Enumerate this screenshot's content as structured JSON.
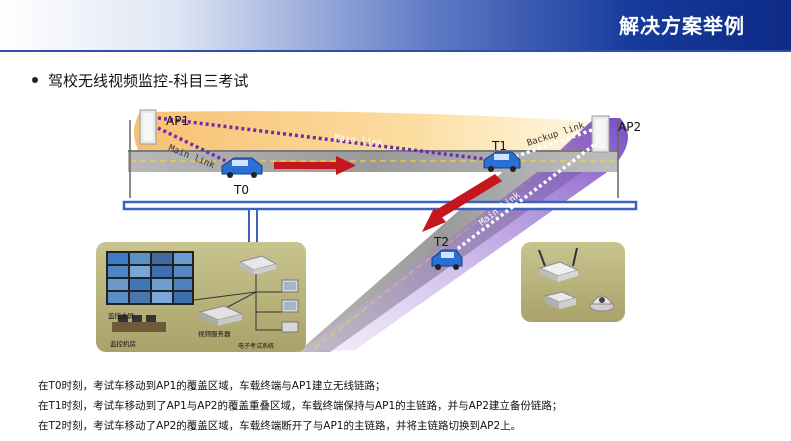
{
  "header": {
    "title": "解决方案举例"
  },
  "bullet": {
    "text": "驾校无线视频监控-科目三考试"
  },
  "diagram": {
    "ap1_label": "AP1",
    "ap2_label": "AP2",
    "t0_label": "T0",
    "t1_label": "T1",
    "t2_label": "T2",
    "main_link_top": "Main link",
    "main_link_ap1": "Main link",
    "backup_link": "Backup link",
    "main_link_ap2": "Main link",
    "monitor_wall_label": "监控大屏",
    "monitor_room_label": "监控机房",
    "video_server_label": "视频服务器",
    "exam_system_label": "电子考试系统"
  },
  "notes": [
    "在T0时刻，考试车移动到AP1的覆盖区域，车载终端与AP1建立无线链路；",
    "在T1时刻，考试车移动到了AP1与AP2的覆盖重叠区域，车载终端保持与AP1的主链路，并与AP2建立备份链路；",
    "在T2时刻，考试车移动了AP2的覆盖区域，车载终端断开了与AP1的主链路，并将主链路切换到AP2上。"
  ],
  "colors": {
    "header_dark": "#0e2b86",
    "ap1_coverage": "#f7c36a",
    "ap2_coverage": "#7a3fc9",
    "main_link": "#6b2fa8",
    "backup_link": "#ffffff",
    "movement_arrow": "#c4161c"
  }
}
